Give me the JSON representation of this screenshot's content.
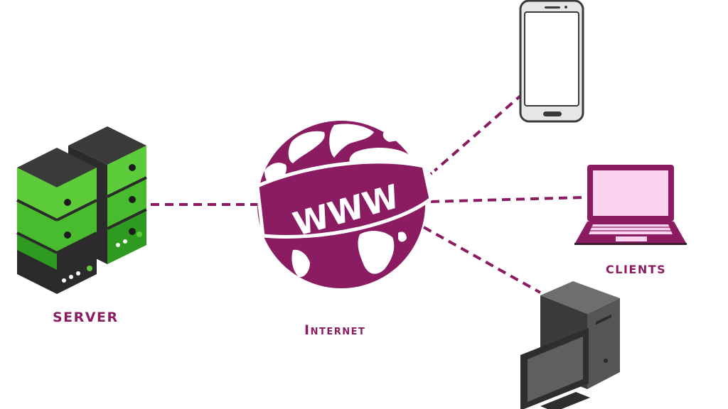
{
  "labels": {
    "server": "SERVER",
    "internet": "Internet",
    "clients": "CLIENTS"
  },
  "globe": {
    "banner_text": "WWW"
  },
  "colors": {
    "accent": "#8b1c62",
    "server_green": "#3fae2a",
    "server_dark": "#2e2e2e",
    "laptop_screen": "#fbd3ee",
    "device_gray": "#5a5a5a"
  },
  "icons": [
    "server-rack-icon",
    "globe-icon",
    "smartphone-icon",
    "laptop-icon",
    "desktop-computer-icon"
  ]
}
